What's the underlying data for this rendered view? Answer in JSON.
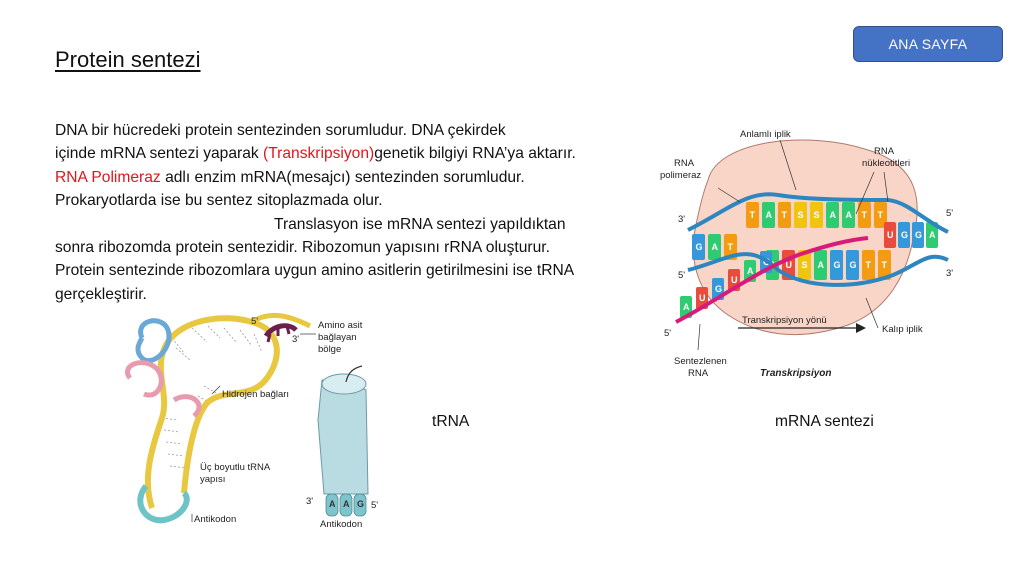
{
  "header": {
    "home_button": "ANA SAYFA",
    "title": "Protein sentezi"
  },
  "paragraph": {
    "l1": "DNA bir hücredeki protein sentezinden sorumludur. DNA çekirdek",
    "l2_a": "içinde mRNA sentezi yaparak ",
    "l2_red": "(Transkripsiyon)",
    "l2_b": "genetik bilgiyi RNA’ya aktarır.",
    "l3_red": "RNA Polimeraz ",
    "l3_b": " adlı enzim mRNA(mesajcı) sentezinden sorumludur.",
    "l4": "Prokaryotlarda ise bu sentez sitoplazmada olur.",
    "l5": "Translasyon ise mRNA sentezi yapıldıktan",
    "l6": "sonra ribozomda protein sentezidir. Ribozomun yapısını rRNA oluşturur.",
    "l7": "Protein sentezinde ribozomlara uygun amino asitlerin getirilmesini ise tRNA",
    "l8": "gerçekleştirir."
  },
  "captions": {
    "trna": "tRNA",
    "mrna": "mRNA sentezi"
  },
  "trna_figure": {
    "five_prime": "5'",
    "three_prime": "3'",
    "amino_1": "Amino asit",
    "amino_2": "bağlayan",
    "amino_3": "bölge",
    "hydrogen": "Hidrojen bağları",
    "structure_1": "Üç boyutlu tRNA",
    "structure_2": "yapısı",
    "anticodon_left": "Antikodon",
    "anticodon_right": "Antikodon",
    "cyl_three": "3'",
    "cyl_five": "5'",
    "cyl_bases": [
      "A",
      "A",
      "G"
    ]
  },
  "mrna_figure": {
    "sense_strand": "Anlamlı iplik",
    "rna_nuc_1": "RNA",
    "rna_nuc_2": "nükleotitleri",
    "polymerase_1": "RNA",
    "polymerase_2": "polimeraz",
    "three_left": "3'",
    "five_left": "5'",
    "five_right": "5'",
    "three_right": "3'",
    "five_rna": "5'",
    "direction": "Transkripsiyon yönü",
    "template": "Kalıp iplik",
    "synth_1": "Sentezlenen",
    "synth_2": "RNA",
    "process": "Transkripsiyon",
    "top_bases": [
      "T",
      "A",
      "T",
      "S",
      "S",
      "A",
      "A",
      "T",
      "T"
    ],
    "bottom_bases": [
      "A",
      "U",
      "S",
      "A",
      "G",
      "G",
      "T",
      "T"
    ],
    "left_bases": [
      "G",
      "A",
      "T"
    ],
    "right_bases": [
      "U",
      "G",
      "G",
      "A"
    ],
    "rna_bases": [
      "A",
      "U",
      "G",
      "U",
      "A",
      "G"
    ],
    "colors": {
      "blob": "#f9d5c8",
      "strand": "#2e86c1",
      "rna": "#d81b7a",
      "A": "#2ecc71",
      "T": "#f39c12",
      "G": "#3498db",
      "S": "#f1c40f",
      "U": "#e74c3c"
    }
  }
}
